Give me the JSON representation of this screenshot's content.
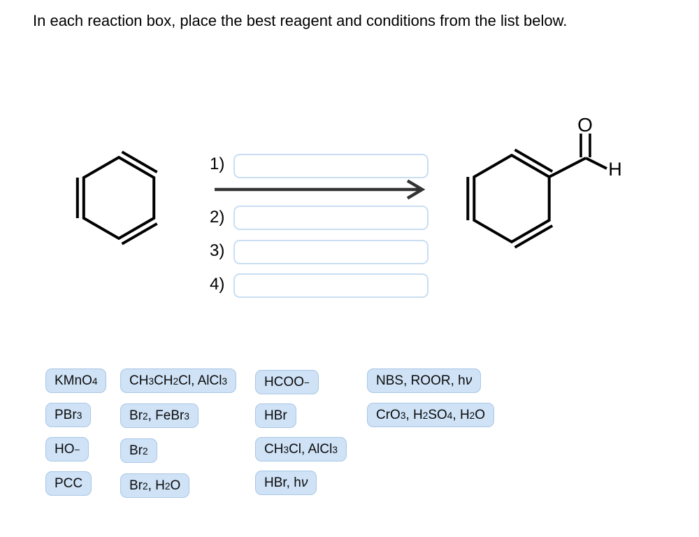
{
  "title": "In each reaction box, place the best reagent and conditions from the list below.",
  "reaction": {
    "steps": [
      {
        "label": "1)",
        "value": ""
      },
      {
        "label": "2)",
        "value": ""
      },
      {
        "label": "3)",
        "value": ""
      },
      {
        "label": "4)",
        "value": ""
      }
    ],
    "product_atoms": {
      "oxygen": "O",
      "hydrogen": "H"
    }
  },
  "reagent_bank": {
    "columns": [
      {
        "chips": [
          {
            "text": "KMnO4",
            "parts": [
              [
                "KMnO"
              ],
              [
                "4",
                "sub"
              ]
            ]
          },
          {
            "text": "PBr3",
            "parts": [
              [
                "PBr"
              ],
              [
                "3",
                "sub"
              ]
            ]
          },
          {
            "text": "HO-",
            "parts": [
              [
                "HO"
              ],
              [
                "−",
                "sup"
              ]
            ]
          },
          {
            "text": "PCC",
            "parts": [
              [
                "PCC"
              ]
            ]
          }
        ]
      },
      {
        "chips": [
          {
            "text": "CH3CH2Cl, AlCl3",
            "parts": [
              [
                "CH"
              ],
              [
                "3",
                "sub"
              ],
              [
                "CH"
              ],
              [
                "2",
                "sub"
              ],
              [
                "Cl, AlCl"
              ],
              [
                "3",
                "sub"
              ]
            ]
          },
          {
            "text": "Br2, FeBr3",
            "parts": [
              [
                "Br"
              ],
              [
                "2",
                "sub"
              ],
              [
                ", FeBr"
              ],
              [
                "3",
                "sub"
              ]
            ]
          },
          {
            "text": "Br2",
            "parts": [
              [
                "Br"
              ],
              [
                "2",
                "sub"
              ]
            ]
          },
          {
            "text": "Br2, H2O",
            "parts": [
              [
                "Br"
              ],
              [
                "2",
                "sub"
              ],
              [
                ", H"
              ],
              [
                "2",
                "sub"
              ],
              [
                "O"
              ]
            ]
          }
        ]
      },
      {
        "chips": [
          {
            "text": "HCOO-",
            "parts": [
              [
                "HCOO"
              ],
              [
                "−",
                "sup"
              ]
            ]
          },
          {
            "text": "HBr",
            "parts": [
              [
                "HBr"
              ]
            ]
          },
          {
            "text": "CH3Cl, AlCl3",
            "parts": [
              [
                "CH"
              ],
              [
                "3",
                "sub"
              ],
              [
                "Cl, AlCl"
              ],
              [
                "3",
                "sub"
              ]
            ]
          },
          {
            "text": "HBr, hv",
            "parts": [
              [
                "HBr, h"
              ],
              [
                "ν",
                "it"
              ]
            ]
          }
        ]
      },
      {
        "chips": [
          {
            "text": "NBS, ROOR, hv",
            "parts": [
              [
                "NBS, ROOR, h"
              ],
              [
                "ν",
                "it"
              ]
            ]
          },
          {
            "text": "CrO3, H2SO4, H2O",
            "parts": [
              [
                "CrO"
              ],
              [
                "3",
                "sub"
              ],
              [
                ", H"
              ],
              [
                "2",
                "sub"
              ],
              [
                "SO"
              ],
              [
                "4",
                "sub"
              ],
              [
                ", H"
              ],
              [
                "2",
                "sub"
              ],
              [
                "O"
              ]
            ]
          }
        ]
      }
    ]
  },
  "colors": {
    "chip_bg": "#cfe2f6",
    "chip_border": "#a9c7e6",
    "input_border": "#c9def2",
    "arrow": "#333333",
    "structure": "#000000",
    "background": "#ffffff"
  }
}
